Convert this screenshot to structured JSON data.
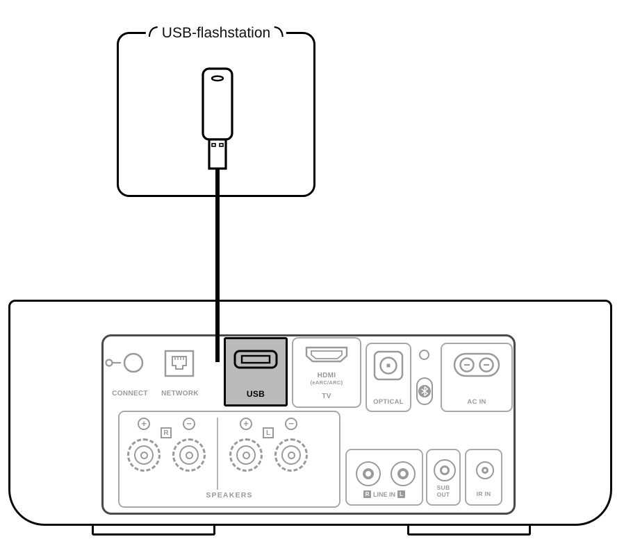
{
  "callout": {
    "label": "USB-flashstation"
  },
  "panel": {
    "connect": {
      "label": "CONNECT"
    },
    "network": {
      "label": "NETWORK"
    },
    "usb": {
      "label": "USB"
    },
    "hdmi": {
      "name": "HDMI",
      "sub": "(eARC/ARC)",
      "source": "TV"
    },
    "optical": {
      "label": "OPTICAL"
    },
    "ac_in": {
      "label": "AC IN"
    },
    "speakers": {
      "label": "SPEAKERS",
      "right": "R",
      "left": "L",
      "plus": "+",
      "minus": "−"
    },
    "line_in": {
      "right": "R",
      "label": "LINE IN",
      "left": "L"
    },
    "sub_out": {
      "line1": "SUB",
      "line2": "OUT"
    },
    "ir_in": {
      "label": "IR IN"
    }
  },
  "icons": {
    "flash_drive": "usb-flash-drive",
    "usb_port": "usb-a-port",
    "network_port": "rj45-port",
    "connect_button": "pinhole-button",
    "hdmi_port": "hdmi-port",
    "optical_port": "toslink-port",
    "bluetooth": "bluetooth-rune",
    "ac_inlet": "c7-figure8-inlet",
    "speaker_terminal": "binding-post",
    "rca_jack": "rca-jack"
  },
  "colors": {
    "highlight_fill": "#bababa",
    "panel_gray": "#9a9a9a",
    "outline_black": "#000000"
  }
}
